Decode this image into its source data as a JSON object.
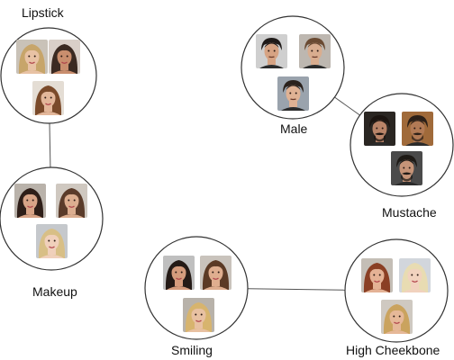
{
  "diagram": {
    "clusters": [
      {
        "id": "lipstick",
        "label": "Lipstick",
        "faces": [
          {
            "icon": "woman-blonde-face-icon",
            "bg": "#c9c2b8",
            "hair": "#c7a56a",
            "skin": "#e8c2a4"
          },
          {
            "icon": "woman-brunette-face-icon",
            "bg": "#d9cfc8",
            "hair": "#3b2a22",
            "skin": "#c98e6e"
          },
          {
            "icon": "woman-auburn-face-icon",
            "bg": "#e4ddd4",
            "hair": "#7a4a2a",
            "skin": "#e3b79a"
          }
        ]
      },
      {
        "id": "makeup",
        "label": "Makeup",
        "faces": [
          {
            "icon": "woman-dark-hair-face-icon",
            "bg": "#b9b2aa",
            "hair": "#2e1e18",
            "skin": "#d8a487"
          },
          {
            "icon": "woman-brown-hair-face-icon",
            "bg": "#cfc8c0",
            "hair": "#5a3b2a",
            "skin": "#dcae90"
          },
          {
            "icon": "woman-blonde-face-icon",
            "bg": "#c5c8cc",
            "hair": "#d8bf86",
            "skin": "#f0d0bb"
          }
        ]
      },
      {
        "id": "male",
        "label": "Male",
        "faces": [
          {
            "icon": "man-dark-hair-face-icon",
            "bg": "#cfcfcf",
            "hair": "#1f1a18",
            "skin": "#d6a383"
          },
          {
            "icon": "man-brown-hair-face-icon",
            "bg": "#bdb7b0",
            "hair": "#6a4a32",
            "skin": "#d9ad8f"
          },
          {
            "icon": "man-dark-hair-face-icon",
            "bg": "#9aa3ad",
            "hair": "#2a211c",
            "skin": "#e0b294"
          }
        ]
      },
      {
        "id": "mustache",
        "label": "Mustache",
        "faces": [
          {
            "icon": "man-mustache-face-icon",
            "bg": "#2a2622",
            "hair": "#1b1410",
            "skin": "#b98468"
          },
          {
            "icon": "man-mustache-face-icon",
            "bg": "#a06a3a",
            "hair": "#2c2018",
            "skin": "#b27a55"
          },
          {
            "icon": "man-mustache-face-icon",
            "bg": "#4a4a4a",
            "hair": "#1e1a16",
            "skin": "#c69478"
          }
        ]
      },
      {
        "id": "smiling",
        "label": "Smiling",
        "faces": [
          {
            "icon": "woman-smiling-face-icon",
            "bg": "#bfbfbf",
            "hair": "#241a16",
            "skin": "#d59c7d"
          },
          {
            "icon": "woman-smiling-face-icon",
            "bg": "#c9c3bc",
            "hair": "#5b3a25",
            "skin": "#dfae8f"
          },
          {
            "icon": "woman-smiling-face-icon",
            "bg": "#b8b2aa",
            "hair": "#d7b46e",
            "skin": "#e8c1a2"
          }
        ]
      },
      {
        "id": "high-cheekbone",
        "label": "High Cheekbone",
        "faces": [
          {
            "icon": "woman-auburn-face-icon",
            "bg": "#c4beb6",
            "hair": "#8a3f24",
            "skin": "#e4b295"
          },
          {
            "icon": "woman-platinum-face-icon",
            "bg": "#d2d6dc",
            "hair": "#e8dcb2",
            "skin": "#f1d2be"
          },
          {
            "icon": "woman-blonde-face-icon",
            "bg": "#cfc9c1",
            "hair": "#caa35e",
            "skin": "#e6b898"
          }
        ]
      }
    ],
    "edges": [
      {
        "from": "lipstick",
        "to": "makeup"
      },
      {
        "from": "male",
        "to": "mustache"
      },
      {
        "from": "smiling",
        "to": "high-cheekbone"
      }
    ],
    "colors": {
      "stroke": "#333333",
      "edge": "#555555",
      "text": "#111111"
    }
  }
}
